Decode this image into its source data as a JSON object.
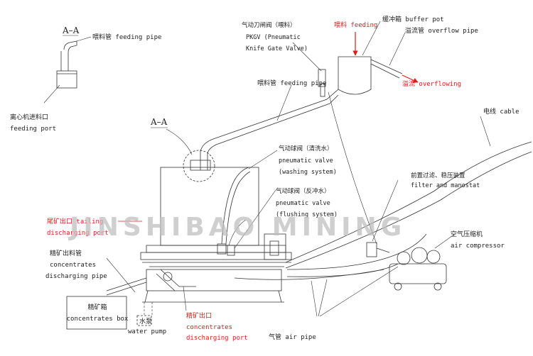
{
  "section_a": {
    "label": "A–A"
  },
  "section_main": {
    "label": "A–A"
  },
  "labels": {
    "feeding_pipe_top": "喂料管 feeding pipe",
    "feeding_port_cn": "离心机进料口",
    "feeding_port_en": "feeding port",
    "pkgv_1": "气动刀闸阀（喂料）",
    "pkgv_2": "PKGV (Pneumatic",
    "pkgv_3": "Knife Gate Valve)",
    "feeding": "喂料 feeding",
    "buffer_pot": "缓冲箱 buffer pot",
    "overflow_pipe": "溢流管 overflow pipe",
    "overflowing": "溢流 overflowing",
    "feeding_pipe_mid": "喂料管 feeding pipe",
    "cable": "电线 cable",
    "ball_valve_wash_1": "气动球阀（清洗水）",
    "ball_valve_wash_2": "pneumatic valve",
    "ball_valve_wash_3": "(washing system)",
    "filter_1": "前置过滤、稳压装置",
    "filter_2": "filter and manostat",
    "ball_valve_flush_1": "气动球阀（反冲水）",
    "ball_valve_flush_2": "pneumatic valve",
    "ball_valve_flush_3": "(flushing system)",
    "tailing_1": "尾矿出口 tailing",
    "tailing_2": "discharging port",
    "air_comp_cn": "空气压缩机",
    "air_comp_en": "air compressor",
    "conc_pipe_cn": "精矿出料管",
    "conc_pipe_en1": "concentrates",
    "conc_pipe_en2": "discharging pipe",
    "conc_box_cn": "精矿箱",
    "conc_box_en": "concentrates box",
    "water_pump_cn": "水泵",
    "water_pump_en": "water pump",
    "conc_port_cn": "精矿出口",
    "conc_port_en1": "concentrates",
    "conc_port_en2": "discharging port",
    "air_pipe": "气管 air pipe"
  },
  "watermark": "JINSHIBAO MINING",
  "colors": {
    "line": "#333333",
    "accent_red": "#e01b1b",
    "watermark": "#bfbfbf"
  }
}
